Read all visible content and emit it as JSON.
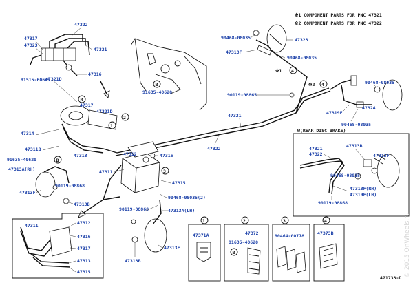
{
  "notes": {
    "line1": "※1 COMPONENT PARTS FOR PNC 47321",
    "line2": "※2 COMPONENT PARTS FOR PNC 47322"
  },
  "inset": {
    "title": "W(REAR DISC BRAKE)"
  },
  "circled": {
    "c1": "1",
    "c2": "2",
    "c3": "3",
    "c4": "4",
    "m1": "※1",
    "m2": "※2",
    "b": "B"
  },
  "legend_boxes": [
    {
      "num": "1",
      "part": "47371A"
    },
    {
      "num": "2",
      "part": "47372",
      "sub": "91635-40620",
      "b": "B"
    },
    {
      "num": "3",
      "part": "90464-00778"
    },
    {
      "num": "4",
      "part": "47373B"
    }
  ],
  "labels": {
    "p47322_top": "47322",
    "p47317_tl": "47317",
    "p47321_tl": "47321",
    "p47323_tl": "47323",
    "p47321D": "47321D",
    "p47316_tl": "47316",
    "p91515": "91515-60649",
    "p91635_mid": "91635-40620",
    "p47317_mid": "47317",
    "p47321D_mid": "47321D",
    "p47314": "47314",
    "p47311B": "47311B",
    "p91635_left": "91635-40620",
    "p47313A_rh": "47313A(RH)",
    "p90119_left": "90119-08868",
    "p47313F_left": "47313F",
    "p47313B_left": "47313B",
    "p47313_left": "47313",
    "p47312": "47312",
    "p47311": "47311",
    "p47316_mid": "47316",
    "p47315_mid": "47315",
    "p90468_mid2": "90468-08035(2)",
    "p90119_mid": "90119-08868",
    "p47313A_lh": "47313A(LH)",
    "p47313B_bot": "47313B",
    "p47313F_bot": "47313F",
    "p47322_mid": "47322",
    "p47321_mid": "47321",
    "p90468_tr1": "90468-08035",
    "p47323_tr": "47323",
    "p47318F": "47318F",
    "p90468_tr2": "90468-08035",
    "p90119_tr": "90119-08865",
    "p90468_tr3": "90468-08035",
    "p47324": "47324",
    "p47319F": "47319F",
    "p90468_tr4": "90468-08035",
    "w47321": "47321",
    "w47322": "47322",
    "w47313B": "47313B",
    "w47313F": "47313F",
    "w90468": "90468-08035",
    "w47318F": "47318F(RH)",
    "w47319F": "47319F(LH)",
    "w90119": "90119-08868",
    "b47311": "47311",
    "b47312": "47312",
    "b47316": "47316",
    "b47317": "47317",
    "b47313": "47313",
    "b47315": "47315"
  },
  "figure_code": "471733-D",
  "watermark": "© 2015 OnWheels.ru"
}
